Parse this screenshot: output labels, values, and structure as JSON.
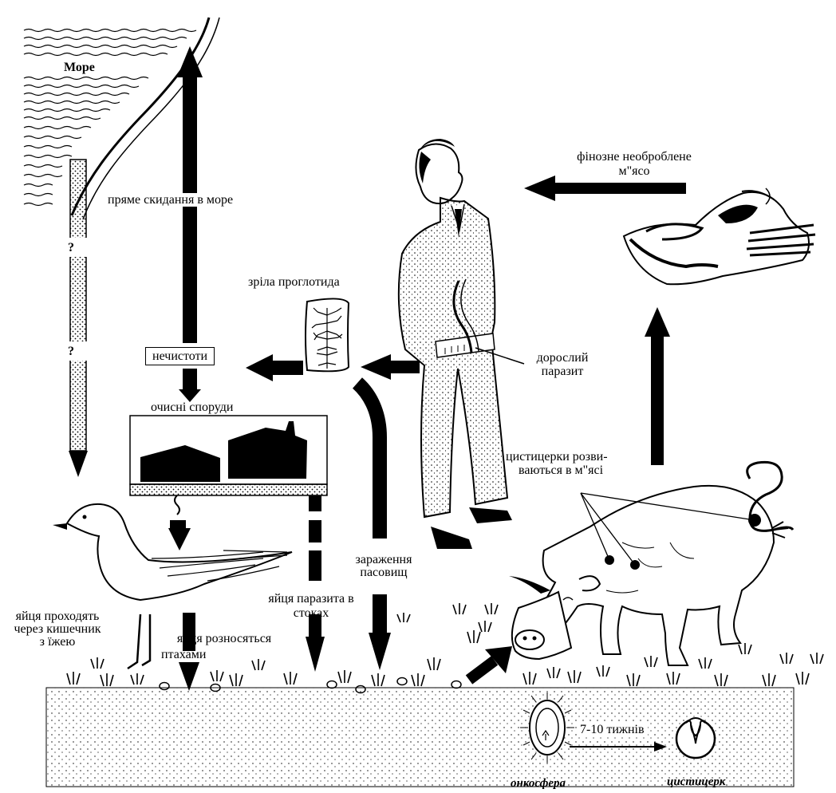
{
  "labels": {
    "sea": "Море",
    "direct_dump": "пряме скидання в море",
    "finosis_meat_1": "фінозне необроблене",
    "finosis_meat_2": "м\"ясо",
    "mature_proglottid": "зріла проглотида",
    "impurities": "нечистоти",
    "adult_parasite_1": "дорослий",
    "adult_parasite_2": "паразит",
    "treatment_plants": "очисні споруди",
    "cysticerci_1": "цистицерки розви-",
    "cysticerci_2": "ваються в м\"ясі",
    "pasture_1": "зараження",
    "pasture_2": "пасовищ",
    "eggs_drains_1": "яйця паразита в",
    "eggs_drains_2": "стоках",
    "eggs_gut_1": "яйця проходять",
    "eggs_gut_2": "через кишечник",
    "eggs_gut_3": "з їжею",
    "eggs_birds_1": "яйця розносяться",
    "eggs_birds_2": "птахами",
    "question": "?",
    "weeks": "7-10 тижнів",
    "oncosphere": "онкосфера",
    "cysticercus": "цистицерк"
  },
  "colors": {
    "ink": "#000000",
    "paper": "#ffffff"
  }
}
